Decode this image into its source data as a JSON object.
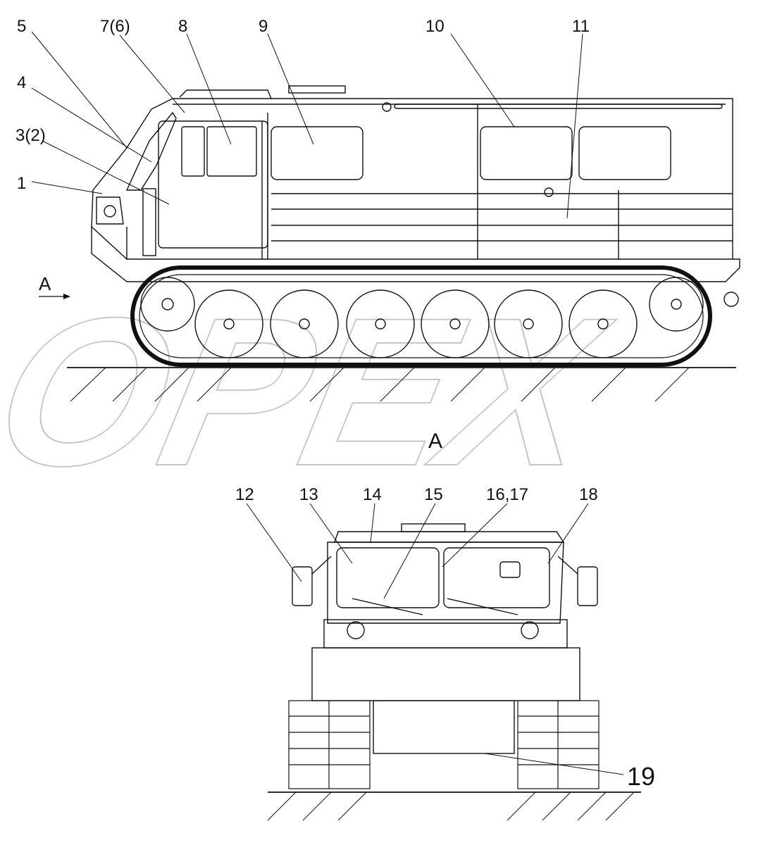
{
  "callouts_side": {
    "c1": "1",
    "c3": "3(2)",
    "c4": "4",
    "c5": "5",
    "c7": "7(6)",
    "c8": "8",
    "c9": "9",
    "c10": "10",
    "c11": "11"
  },
  "callouts_front": {
    "c12": "12",
    "c13": "13",
    "c14": "14",
    "c15": "15",
    "c16": "16,17",
    "c18": "18",
    "c19": "19"
  },
  "view_arrow_label": "A",
  "view_title": "A",
  "watermark": "OPEX",
  "colors": {
    "line": "#111111",
    "watermark": "#9a9a9a",
    "background": "#ffffff"
  }
}
